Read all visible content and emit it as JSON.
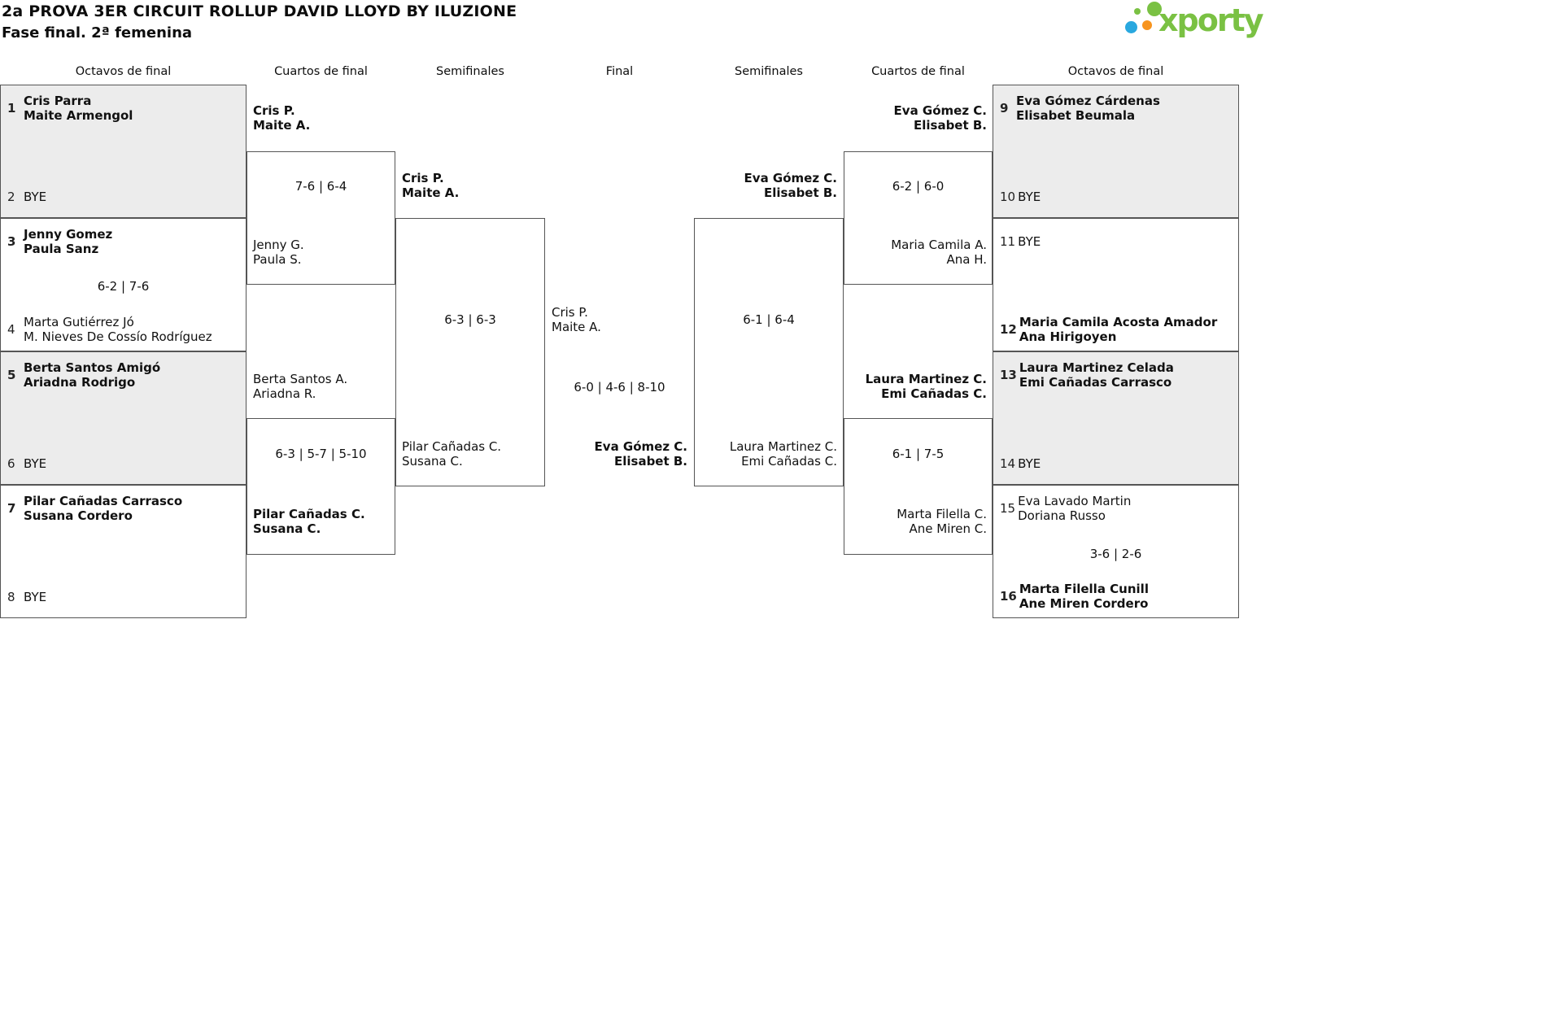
{
  "header": {
    "title": "2a PROVA 3ER CIRCUIT ROLLUP DAVID LLOYD BY ILUZIONE",
    "subtitle": "Fase final. 2ª femenina",
    "logo": {
      "text": "xporty"
    }
  },
  "rounds": [
    "Octavos de final",
    "Cuartos de final",
    "Semifinales",
    "Final",
    "Semifinales",
    "Cuartos de final",
    "Octavos de final"
  ],
  "colors": {
    "shaded_box": "#ececec",
    "box_border": "#555555",
    "logo_green": "#7ac143",
    "logo_blue": "#29a8df",
    "logo_orange": "#f7941e"
  },
  "bracket": {
    "octavos_left": [
      {
        "top": {
          "seed": "1",
          "line1": "Cris Parra",
          "line2": "Maite Armengol"
        },
        "score": "",
        "bottom": {
          "seed": "2",
          "line1": "BYE"
        }
      },
      {
        "top": {
          "seed": "3",
          "line1": "Jenny Gomez",
          "line2": "Paula Sanz"
        },
        "score": "6-2 | 7-6",
        "bottom": {
          "seed": "4",
          "line1": "Marta Gutiérrez Jó",
          "line2": "M. Nieves De Cossío Rodríguez"
        }
      },
      {
        "top": {
          "seed": "5",
          "line1": "Berta Santos Amigó",
          "line2": "Ariadna Rodrigo"
        },
        "score": "",
        "bottom": {
          "seed": "6",
          "line1": "BYE"
        }
      },
      {
        "top": {
          "seed": "7",
          "line1": "Pilar Cañadas Carrasco",
          "line2": "Susana Cordero"
        },
        "score": "",
        "bottom": {
          "seed": "8",
          "line1": "BYE"
        }
      }
    ],
    "cuartos_left": [
      {
        "top": {
          "line1": "Cris P.",
          "line2": "Maite A."
        },
        "score": "7-6 | 6-4",
        "bottom": {
          "line1": "Jenny G.",
          "line2": "Paula S."
        }
      },
      {
        "top": {
          "line1": "Berta Santos A.",
          "line2": "Ariadna R."
        },
        "score": "6-3 | 5-7 | 5-10",
        "bottom": {
          "line1": "Pilar Cañadas C.",
          "line2": "Susana C."
        }
      }
    ],
    "semifinal_left": {
      "top": {
        "line1": "Cris P.",
        "line2": "Maite A."
      },
      "score": "6-3 | 6-3",
      "bottom": {
        "line1": "Pilar Cañadas C.",
        "line2": "Susana C."
      }
    },
    "final": {
      "top": {
        "line1": "Cris P.",
        "line2": "Maite A."
      },
      "score": "6-0 | 4-6 | 8-10",
      "bottom": {
        "line1": "Eva Gómez C.",
        "line2": "Elisabet B."
      }
    },
    "semifinal_right": {
      "top": {
        "line1": "Eva Gómez C.",
        "line2": "Elisabet B."
      },
      "score": "6-1 | 6-4",
      "bottom": {
        "line1": "Laura Martinez C.",
        "line2": "Emi Cañadas C."
      }
    },
    "cuartos_right": [
      {
        "top": {
          "line1": "Eva Gómez C.",
          "line2": "Elisabet B."
        },
        "score": "6-2 | 6-0",
        "bottom": {
          "line1": "Maria Camila A.",
          "line2": "Ana H."
        }
      },
      {
        "top": {
          "line1": "Laura Martinez C.",
          "line2": "Emi Cañadas C."
        },
        "score": "6-1 | 7-5",
        "bottom": {
          "line1": "Marta Filella C.",
          "line2": "Ane Miren C."
        }
      }
    ],
    "octavos_right": [
      {
        "top": {
          "seed": "9",
          "line1": "Eva Gómez Cárdenas",
          "line2": "Elisabet Beumala"
        },
        "score": "",
        "bottom": {
          "seed": "10",
          "line1": "BYE"
        }
      },
      {
        "top": {
          "seed": "11",
          "line1": "BYE"
        },
        "score": "",
        "bottom": {
          "seed": "12",
          "line1": "Maria Camila Acosta Amador",
          "line2": "Ana Hirigoyen"
        }
      },
      {
        "top": {
          "seed": "13",
          "line1": "Laura Martinez Celada",
          "line2": "Emi Cañadas Carrasco"
        },
        "score": "",
        "bottom": {
          "seed": "14",
          "line1": "BYE"
        }
      },
      {
        "top": {
          "seed": "15",
          "line1": "Eva Lavado Martin",
          "line2": "Doriana Russo"
        },
        "score": "3-6 | 2-6",
        "bottom": {
          "seed": "16",
          "line1": "Marta Filella Cunill",
          "line2": "Ane Miren Cordero"
        }
      }
    ]
  }
}
